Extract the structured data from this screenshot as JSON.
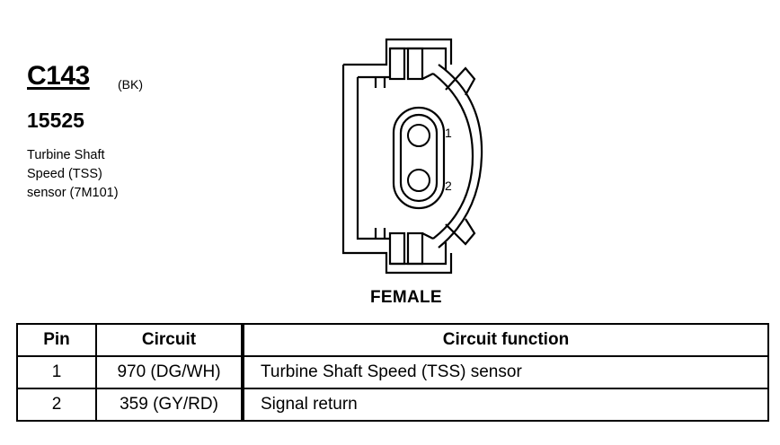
{
  "connector": {
    "id": "C143",
    "color_code": "(BK)",
    "part_number": "15525",
    "description_lines": [
      "Turbine Shaft",
      "Speed (TSS)",
      "sensor (7M101)"
    ]
  },
  "diagram": {
    "pin_labels": [
      "1",
      "2"
    ],
    "view_label": "FEMALE"
  },
  "table": {
    "headers": {
      "pin": "Pin",
      "circuit": "Circuit",
      "function": "Circuit function"
    },
    "rows": [
      {
        "pin": "1",
        "circuit": "970 (DG/WH)",
        "function": "Turbine Shaft Speed (TSS) sensor"
      },
      {
        "pin": "2",
        "circuit": "359 (GY/RD)",
        "function": "Signal return"
      }
    ]
  }
}
